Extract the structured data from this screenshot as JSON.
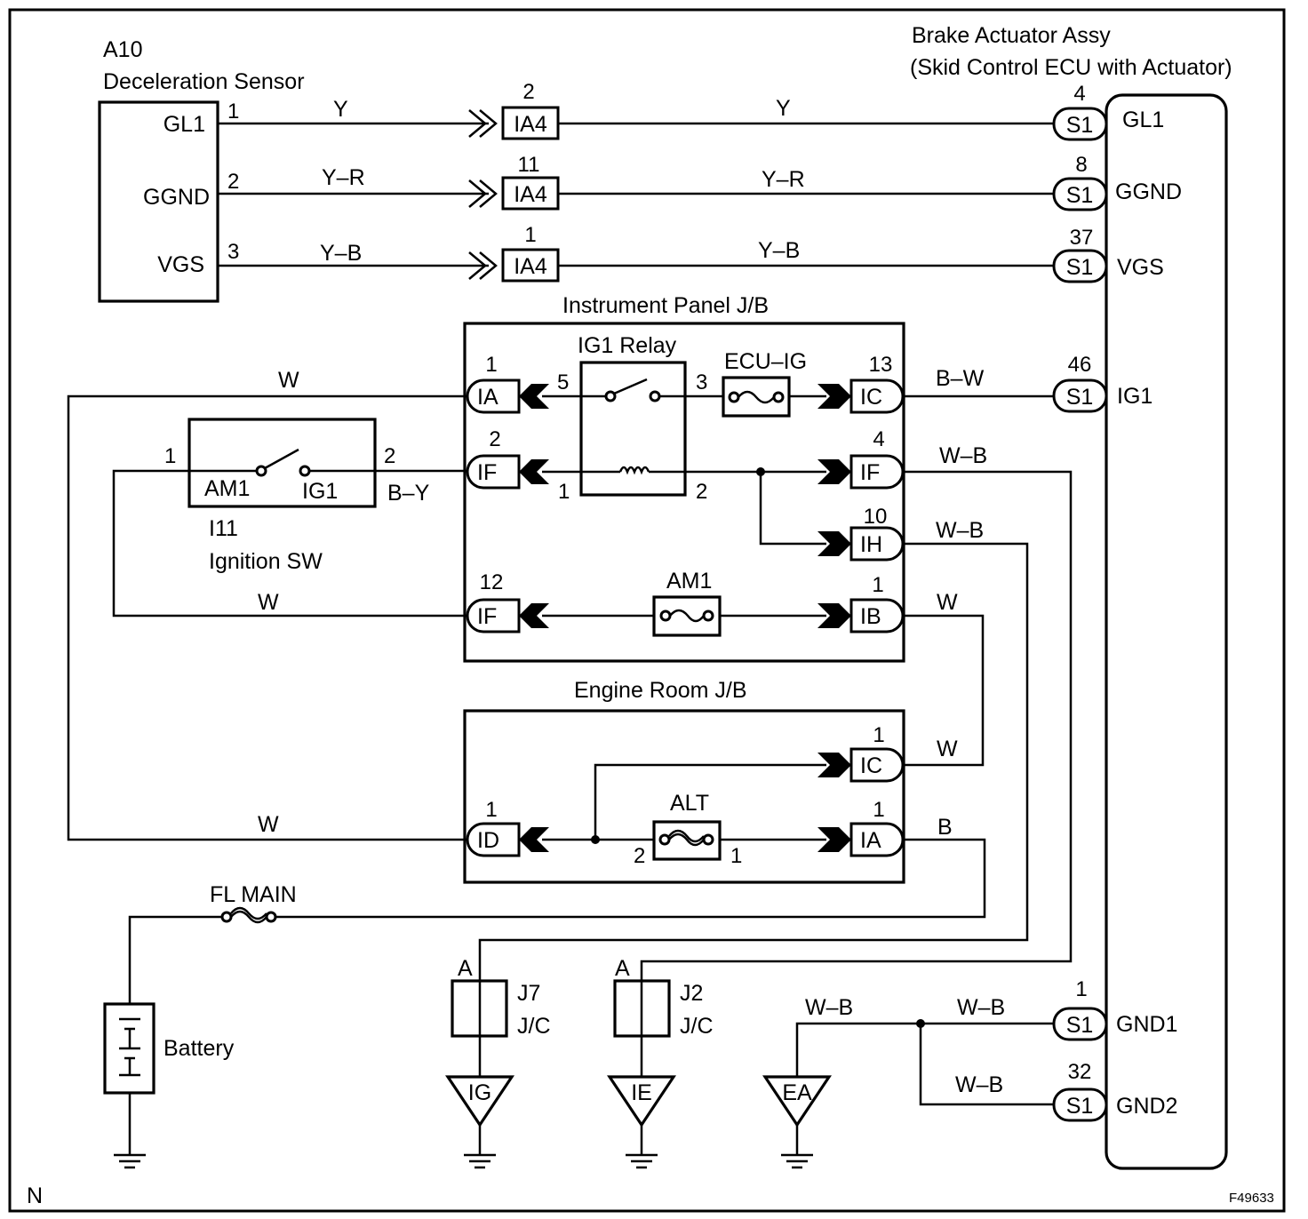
{
  "sensor": {
    "id": "A10",
    "name": "Deceleration Sensor",
    "terms": [
      "GL1",
      "GGND",
      "VGS"
    ],
    "pins": [
      "1",
      "2",
      "3"
    ]
  },
  "actuator": {
    "name": "Brake Actuator Assy",
    "sub": "(Skid Control ECU with Actuator)",
    "terms": [
      "GL1",
      "GGND",
      "VGS",
      "IG1",
      "GND1",
      "GND2"
    ],
    "pins": [
      "4",
      "8",
      "37",
      "46",
      "1",
      "32"
    ],
    "conn": "S1"
  },
  "ia4": {
    "label": "IA4",
    "pins": [
      "2",
      "11",
      "1"
    ]
  },
  "wires": {
    "y": "Y",
    "yr": "Y–R",
    "yb": "Y–B",
    "w": "W",
    "bw": "B–W",
    "wb": "W–B",
    "by": "B–Y",
    "b": "B"
  },
  "ipjb": {
    "title": "Instrument Panel J/B",
    "relay": "IG1 Relay",
    "fuse_ecu": "ECU–IG",
    "fuse_am1": "AM1",
    "c_ia": "IA",
    "c_if": "IF",
    "c_ic": "IC",
    "c_ih": "IH",
    "c_ib": "IB",
    "p_ia": "1",
    "p_if_left": "2",
    "p_if_bottom": "12",
    "p_ic": "13",
    "p_if_right": "4",
    "p_ih": "10",
    "p_ib": "1",
    "r5": "5",
    "r3": "3",
    "r1": "1",
    "r2": "2"
  },
  "ignition": {
    "id": "I11",
    "name": "Ignition SW",
    "am1": "AM1",
    "ig1": "IG1",
    "p1": "1",
    "p2": "2"
  },
  "erjb": {
    "title": "Engine Room J/B",
    "fuse": "ALT",
    "c_ic": "IC",
    "c_id": "ID",
    "c_ia": "IA",
    "p_ic": "1",
    "p_id": "1",
    "p_ia": "1",
    "f2": "2",
    "f1": "1"
  },
  "flmain": "FL MAIN",
  "battery": "Battery",
  "jc": {
    "a": "A",
    "j7": "J7",
    "j2": "J2",
    "jc": "J/C"
  },
  "grounds": [
    "IG",
    "IE",
    "EA"
  ],
  "corner_left": "N",
  "corner_right": "F49633"
}
